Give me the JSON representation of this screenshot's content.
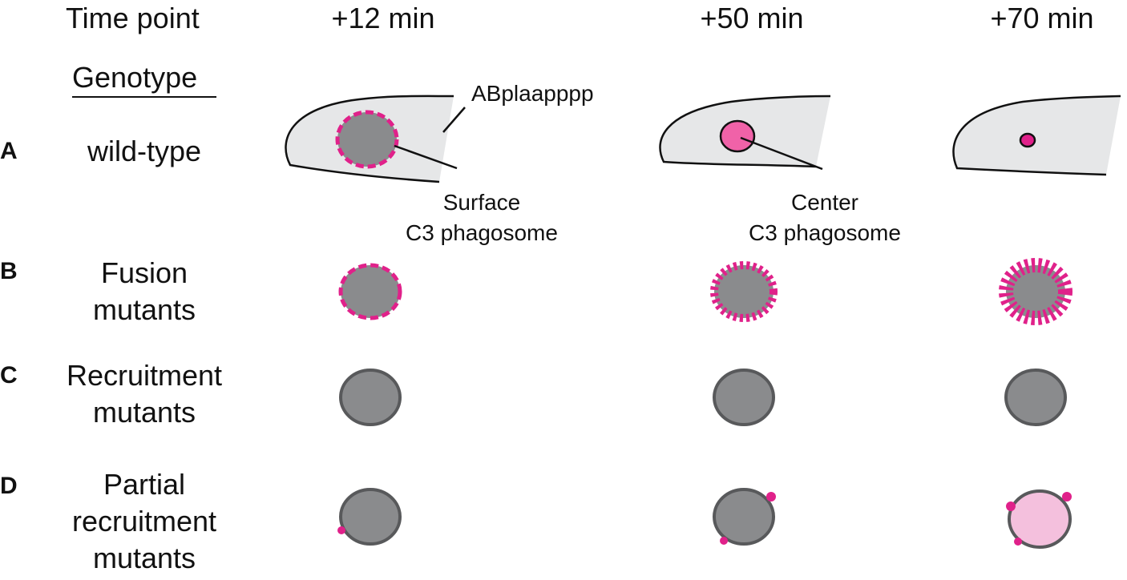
{
  "header": {
    "time_label": "Time point",
    "genotype_label": "Genotype",
    "timepoints": [
      "+12 min",
      "+50 min",
      "+70 min"
    ]
  },
  "rows": [
    {
      "letter": "A",
      "label_lines": [
        "wild-type"
      ]
    },
    {
      "letter": "B",
      "label_lines": [
        "Fusion",
        "mutants"
      ]
    },
    {
      "letter": "C",
      "label_lines": [
        "Recruitment",
        "mutants"
      ]
    },
    {
      "letter": "D",
      "label_lines": [
        "Partial",
        "recruitment",
        "mutants"
      ]
    }
  ],
  "annotations": {
    "cell_name": "ABplaapppp",
    "surface_line1": "Surface",
    "surface_line2": "C3 phagosome",
    "center_line1": "Center",
    "center_line2": "C3 phagosome"
  },
  "colors": {
    "cell_fill": "#e6e7e8",
    "phagosome_fill": "#8a8b8d",
    "phagosome_stroke": "#58595b",
    "magenta": "#e0218a",
    "pink_fill": "#f062a8",
    "light_pink": "#f4c0dd"
  }
}
